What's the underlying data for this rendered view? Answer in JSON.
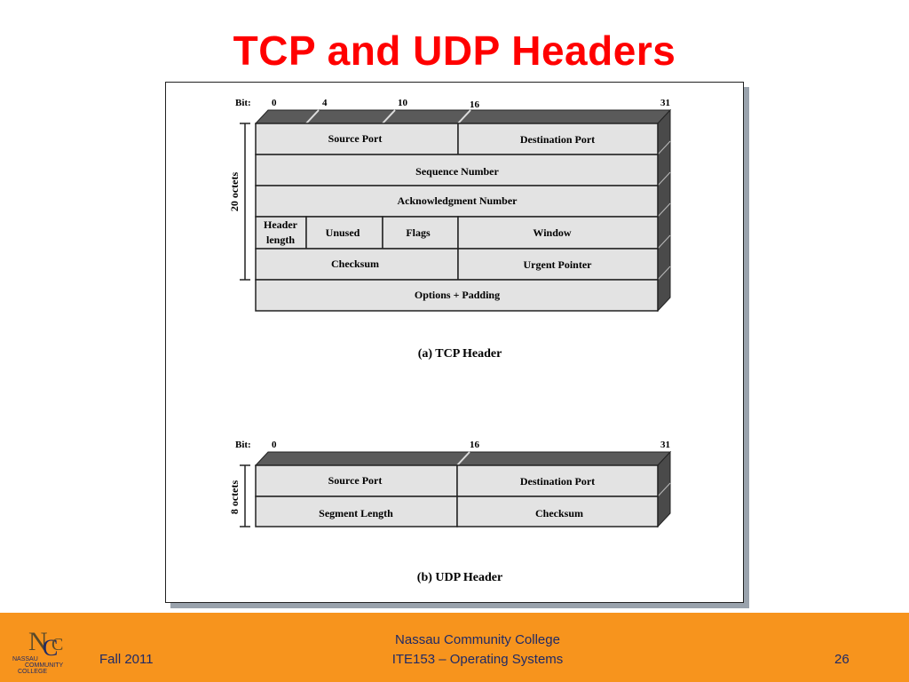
{
  "slide": {
    "title": "TCP and UDP Headers"
  },
  "tcp": {
    "bit_label": "Bit:",
    "bits": [
      "0",
      "4",
      "10",
      "16",
      "31"
    ],
    "size_label": "20 octets",
    "fields": {
      "source_port": "Source Port",
      "destination_port": "Destination Port",
      "sequence_number": "Sequence Number",
      "ack_number": "Acknowledgment Number",
      "header_length_1": "Header",
      "header_length_2": "length",
      "unused": "Unused",
      "flags": "Flags",
      "window": "Window",
      "checksum": "Checksum",
      "urgent_pointer": "Urgent Pointer",
      "options": "Options + Padding"
    },
    "caption": "(a) TCP Header"
  },
  "udp": {
    "bit_label": "Bit:",
    "bits": [
      "0",
      "16",
      "31"
    ],
    "size_label": "8 octets",
    "fields": {
      "source_port": "Source Port",
      "destination_port": "Destination Port",
      "segment_length": "Segment Length",
      "checksum": "Checksum"
    },
    "caption": "(b) UDP Header"
  },
  "footer": {
    "term": "Fall 2011",
    "college": "Nassau Community College",
    "course": "ITE153 – Operating Systems",
    "page": "26",
    "logo_text_1": "NASSAU",
    "logo_text_2": "COMMUNITY",
    "logo_text_3": "COLLEGE"
  },
  "colors": {
    "title": "#ff0000",
    "footer_bg": "#f7941d",
    "footer_text": "#1f2a66",
    "cell_fill": "#e3e3e3",
    "shade_fill": "#505050"
  }
}
